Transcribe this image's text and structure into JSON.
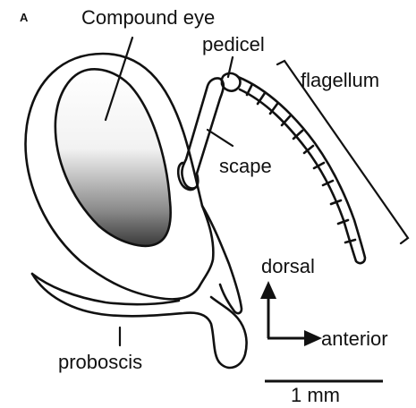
{
  "panel_label": "A",
  "labels": {
    "compound_eye": "Compound eye",
    "pedicel": "pedicel",
    "flagellum": "flagellum",
    "scape": "scape",
    "dorsal": "dorsal",
    "anterior": "anterior",
    "proboscis": "proboscis"
  },
  "scale_bar": {
    "label": "1 mm"
  },
  "colors": {
    "line": "#111111",
    "eye_gradient_top": "#ffffff",
    "eye_gradient_bottom": "#3a3a3a"
  }
}
